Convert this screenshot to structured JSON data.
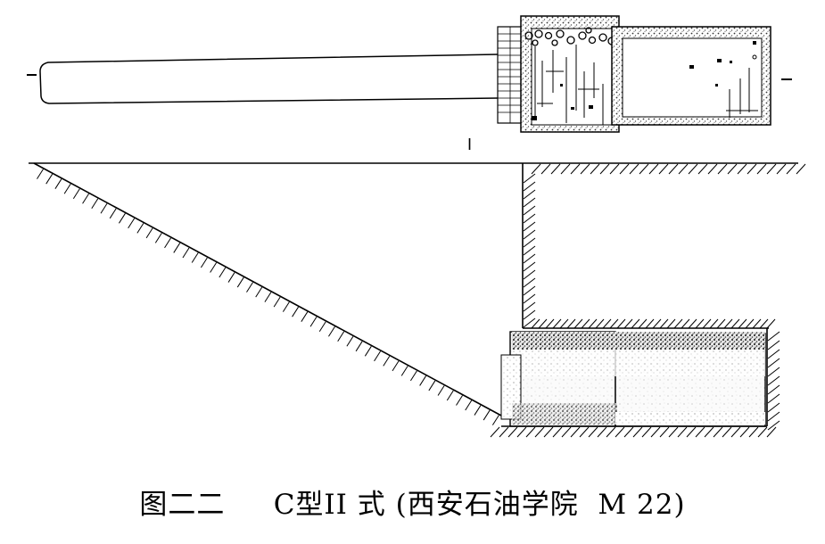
{
  "figure": {
    "number": "图二二",
    "type_label": "C型II 式",
    "source": "(西安石油学院  M 22)"
  },
  "plan": {
    "section_marker_left": "–",
    "section_marker_right": "–",
    "section_marker_mid": "I"
  }
}
